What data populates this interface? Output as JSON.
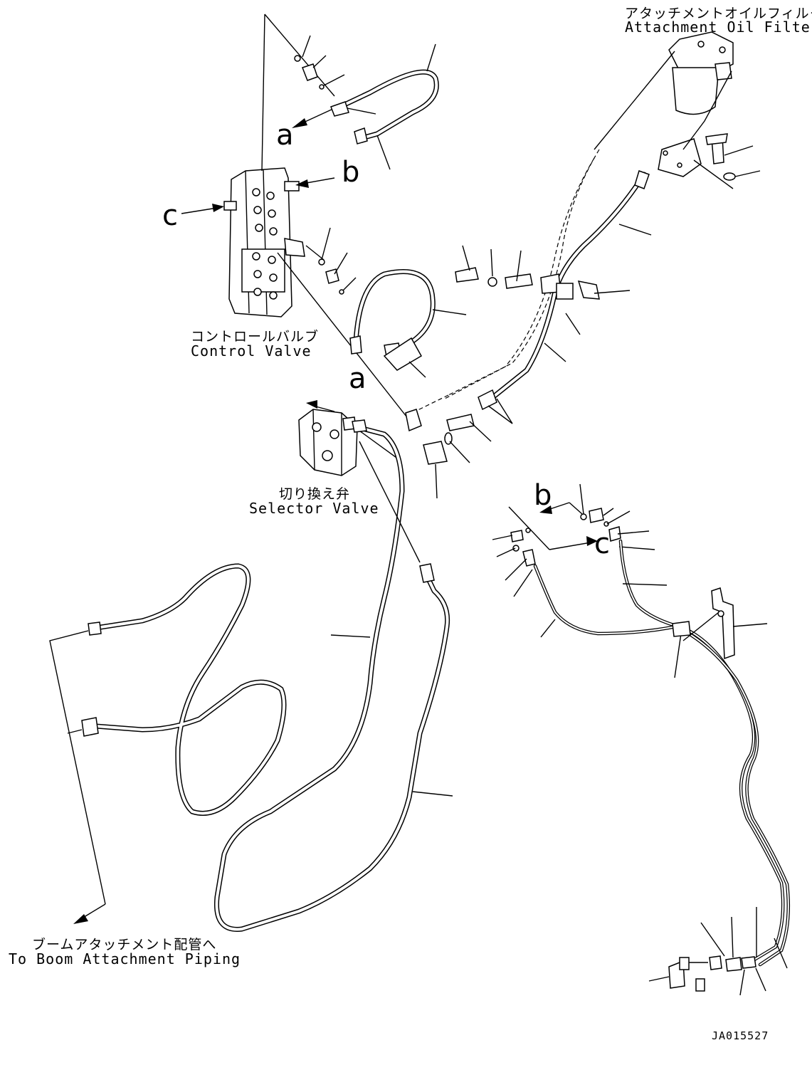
{
  "labels": {
    "filter_jp": "アタッチメントオイルフィルタ",
    "filter_en": "Attachment Oil Filter",
    "control_jp": "コントロールバルブ",
    "control_en": "Control Valve",
    "selector_jp": "切り換え弁",
    "selector_en": "Selector Valve",
    "boom_jp": "ブームアタッチメント配管へ",
    "boom_en": "To Boom Attachment Piping"
  },
  "view_letters": {
    "a_top": "a",
    "b_top": "b",
    "c_left": "c",
    "a_mid": "a",
    "b_right": "b",
    "c_right": "c"
  },
  "drawing_ref": "JA015527"
}
